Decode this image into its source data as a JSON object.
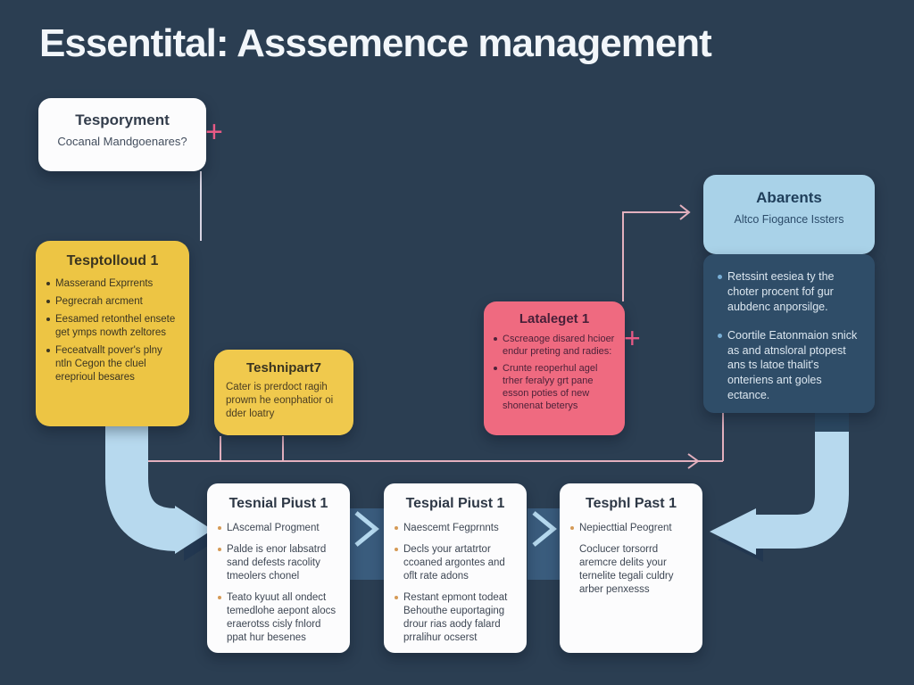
{
  "title": "Essentital: Asssemence management",
  "plus": "+",
  "colors": {
    "background": "#2b3e52",
    "yellow": "#edc544",
    "pink": "#ef6a80",
    "light_blue": "#a9d2e8",
    "panel_blue": "#2f4d68",
    "arrow_blue": "#b7d9ee",
    "line_pink": "#e3b0be",
    "plus_pink": "#e85a85"
  },
  "boxes": {
    "tesporyment": {
      "title": "Tesporyment",
      "subtitle": "Cocanal Mandgoenares?"
    },
    "tesptolloud": {
      "title": "Tesptolloud 1",
      "bullets": [
        "Masserand Exprrents",
        "Pegrecrah arcment",
        "Eesamed retonthel ensete get ymps nowth zeltores",
        "Feceatvallt pover's plny ntln Cegon the cluel ereprioul besares"
      ]
    },
    "teshnipart": {
      "title": "Teshnipart7",
      "body": "Cater is prerdoct ragih prowm he eonphatior oi dder loatry"
    },
    "lataleget": {
      "title": "Lataleget 1",
      "bullets": [
        "Cscreaoge disared hcioer endur preting and radies:",
        "Crunte reoperhul agel trher feralyy grt pane esson poties of new shonenat beterys"
      ]
    },
    "abarents": {
      "title": "Abarents",
      "subtitle": "Altco Fiogance Issters"
    },
    "insights": {
      "bullets": [
        "Retssint eesiea ty the choter procent fof gur aubdenc anporsilge.",
        "Coortile Eatonmaion snick as and atnsloral ptopest ans ts latoe thalit's onteriens ant goles ectance."
      ]
    },
    "steps": [
      {
        "title": "Tesnial Piust 1",
        "bullets": [
          "LAscemal Progment",
          "Palde is enor labsatrd sand defests racolity tmeolers chonel",
          "Teato kyuut all ondect temedlohe aepont alocs eraerotss cisly fnlord ppat hur besenes"
        ]
      },
      {
        "title": "Tespial Piust 1",
        "bullets": [
          "Naescemt Fegprnnts",
          "Decls your artatrtor ccoaned argontes and oflt rate adons",
          "Restant epmont todeat Behouthe euportaging drour rias aody falard prralihur ocserst"
        ]
      },
      {
        "title": "Tesphl Past 1",
        "bullets": [
          "Nepiecttial Peogrent"
        ],
        "body": "Coclucer torsorrd aremcre delits your ternelite tegali culdry arber penxesss"
      }
    ]
  }
}
